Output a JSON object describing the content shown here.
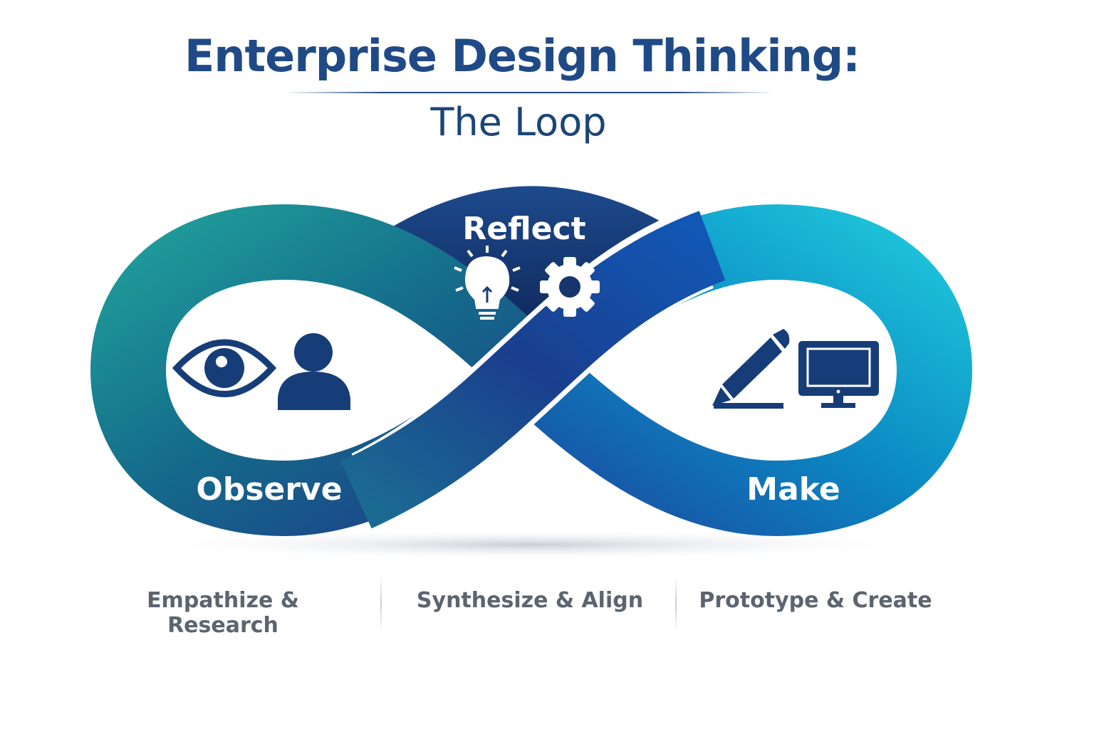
{
  "title": "Enterprise Design Thinking:",
  "subtitle": "The Loop",
  "stages": {
    "observe": "Observe",
    "reflect": "Reflect",
    "make": "Make"
  },
  "descriptions": [
    "Empathize & Research",
    "Synthesize & Align",
    "Prototype & Create"
  ],
  "colors": {
    "navy": "#163d78",
    "teal": "#1a9a9a",
    "cyan": "#1ec0d8",
    "text_gray": "#5c6470"
  }
}
